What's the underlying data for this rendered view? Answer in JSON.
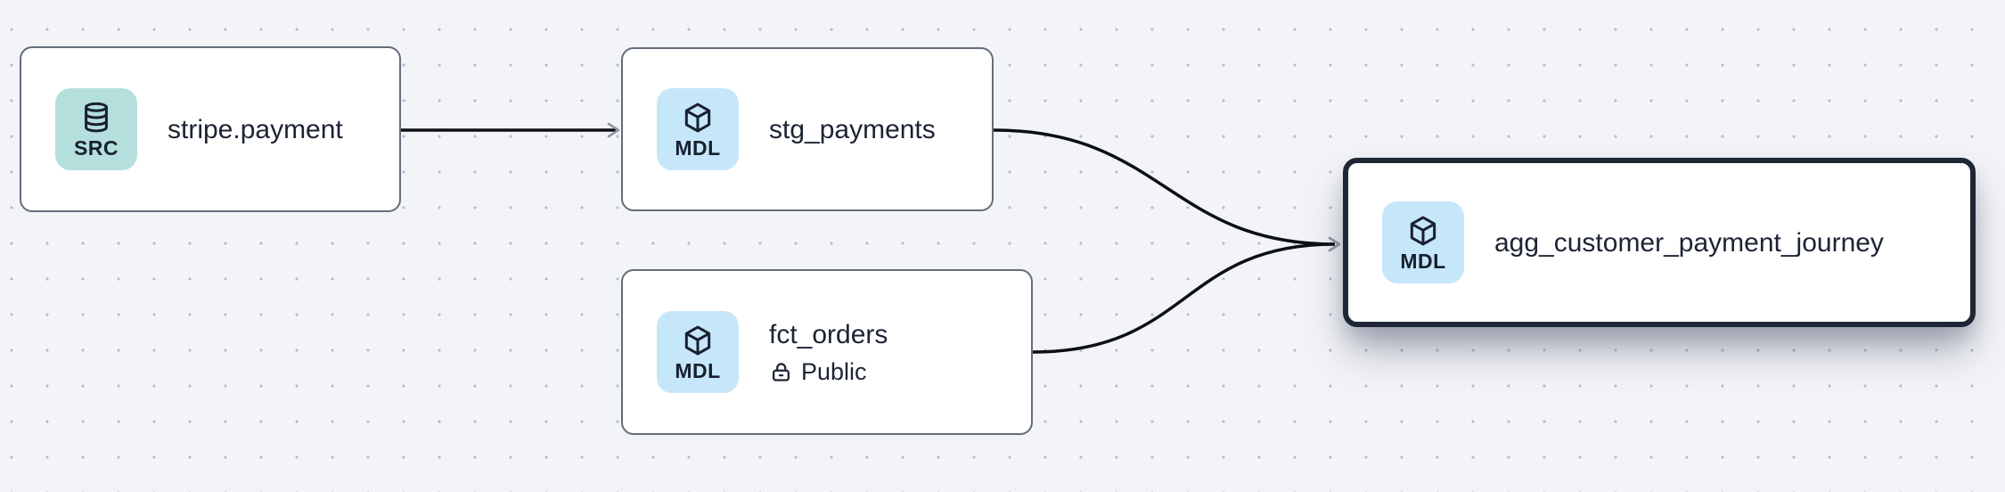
{
  "diagram": {
    "kind": "data-lineage-graph",
    "background_color": "#f3f4f7",
    "dot_grid_color": "#b9bdc7",
    "edge_color": "#0c0f14",
    "arrowhead_color": "#8e96a4",
    "selected_border_color": "#1f2737",
    "node_border_color": "#646d7b",
    "source_badge_color": "#b4dfdc",
    "model_badge_color": "#c6e6fa"
  },
  "nodes": {
    "stripe_payment": {
      "title": "stripe.payment",
      "badge_label": "SRC",
      "badge_icon": "database-icon",
      "kind": "source",
      "selected": false
    },
    "stg_payments": {
      "title": "stg_payments",
      "badge_label": "MDL",
      "badge_icon": "cube-icon",
      "kind": "model",
      "selected": false
    },
    "fct_orders": {
      "title": "fct_orders",
      "badge_label": "MDL",
      "badge_icon": "cube-icon",
      "kind": "model",
      "access_label": "Public",
      "access_icon": "lock-open-icon",
      "selected": false
    },
    "agg_customer_payment_journey": {
      "title": "agg_customer_payment_journey",
      "badge_label": "MDL",
      "badge_icon": "cube-icon",
      "kind": "model",
      "selected": true
    }
  },
  "edges": [
    {
      "from": "stripe.payment",
      "to": "stg_payments"
    },
    {
      "from": "stg_payments",
      "to": "agg_customer_payment_journey"
    },
    {
      "from": "fct_orders",
      "to": "agg_customer_payment_journey"
    }
  ]
}
